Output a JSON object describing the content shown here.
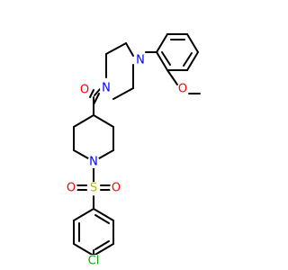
{
  "molecule": {
    "atoms": {
      "carbonyl_o": {
        "symbol": "O",
        "color": "#ff0000"
      },
      "piperazine_n1": {
        "symbol": "N",
        "color": "#0000ff"
      },
      "piperazine_n4": {
        "symbol": "N",
        "color": "#0000ff"
      },
      "methoxy_o": {
        "symbol": "O",
        "color": "#ff0000"
      },
      "piperidine_n": {
        "symbol": "N",
        "color": "#0000ff"
      },
      "sulfur": {
        "symbol": "S",
        "color": "#b8b800"
      },
      "sulfonyl_o_left": {
        "symbol": "O",
        "color": "#ff0000"
      },
      "sulfonyl_o_right": {
        "symbol": "O",
        "color": "#ff0000"
      },
      "chlorine": {
        "symbol": "Cl",
        "color": "#00b400"
      }
    },
    "bond_color": "#000000",
    "background": "#ffffff"
  }
}
